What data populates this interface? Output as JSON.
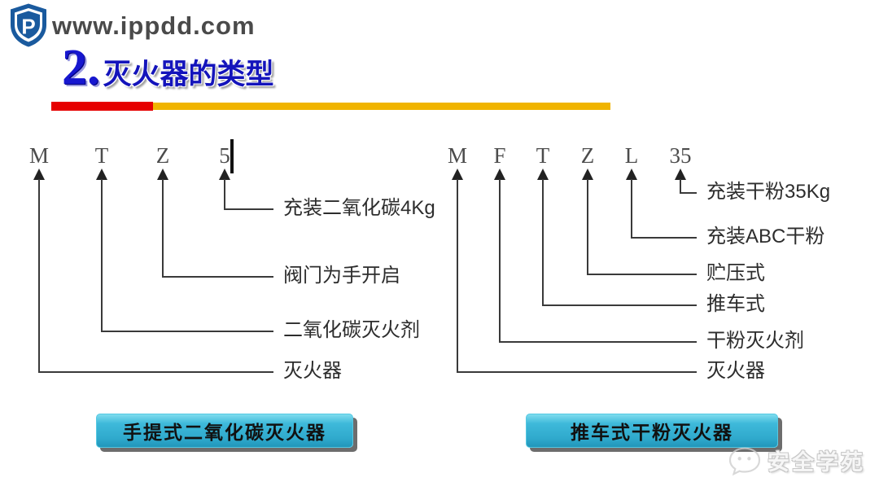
{
  "header": {
    "site_url": "www.ippdd.com",
    "logo": "shield-p-logo"
  },
  "title": {
    "number": "2.",
    "text": "灭火器的类型"
  },
  "colors": {
    "accent_blue": "#1414bb",
    "bar_red": "#e60000",
    "bar_yellow": "#f0b400",
    "button_cyan": "#2fa9cc",
    "line_dark": "#3a3a3a"
  },
  "left_diagram": {
    "items": [
      {
        "letter": "5",
        "label": "充装二氧化碳4Kg"
      },
      {
        "letter": "Z",
        "label": "阀门为手开启"
      },
      {
        "letter": "T",
        "label": "二氧化碳灭火剂"
      },
      {
        "letter": "M",
        "label": "灭火器"
      }
    ],
    "button_label": "手提式二氧化碳灭火器"
  },
  "right_diagram": {
    "items": [
      {
        "letter": "35",
        "label": "充装干粉35Kg"
      },
      {
        "letter": "L",
        "label": "充装ABC干粉"
      },
      {
        "letter": "Z",
        "label": "贮压式"
      },
      {
        "letter": "T",
        "label": "推车式"
      },
      {
        "letter": "F",
        "label": "干粉灭火剂"
      },
      {
        "letter": "M",
        "label": "灭火器"
      }
    ],
    "button_label": "推车式干粉灭火器"
  },
  "watermark": {
    "text": "安全学苑"
  }
}
